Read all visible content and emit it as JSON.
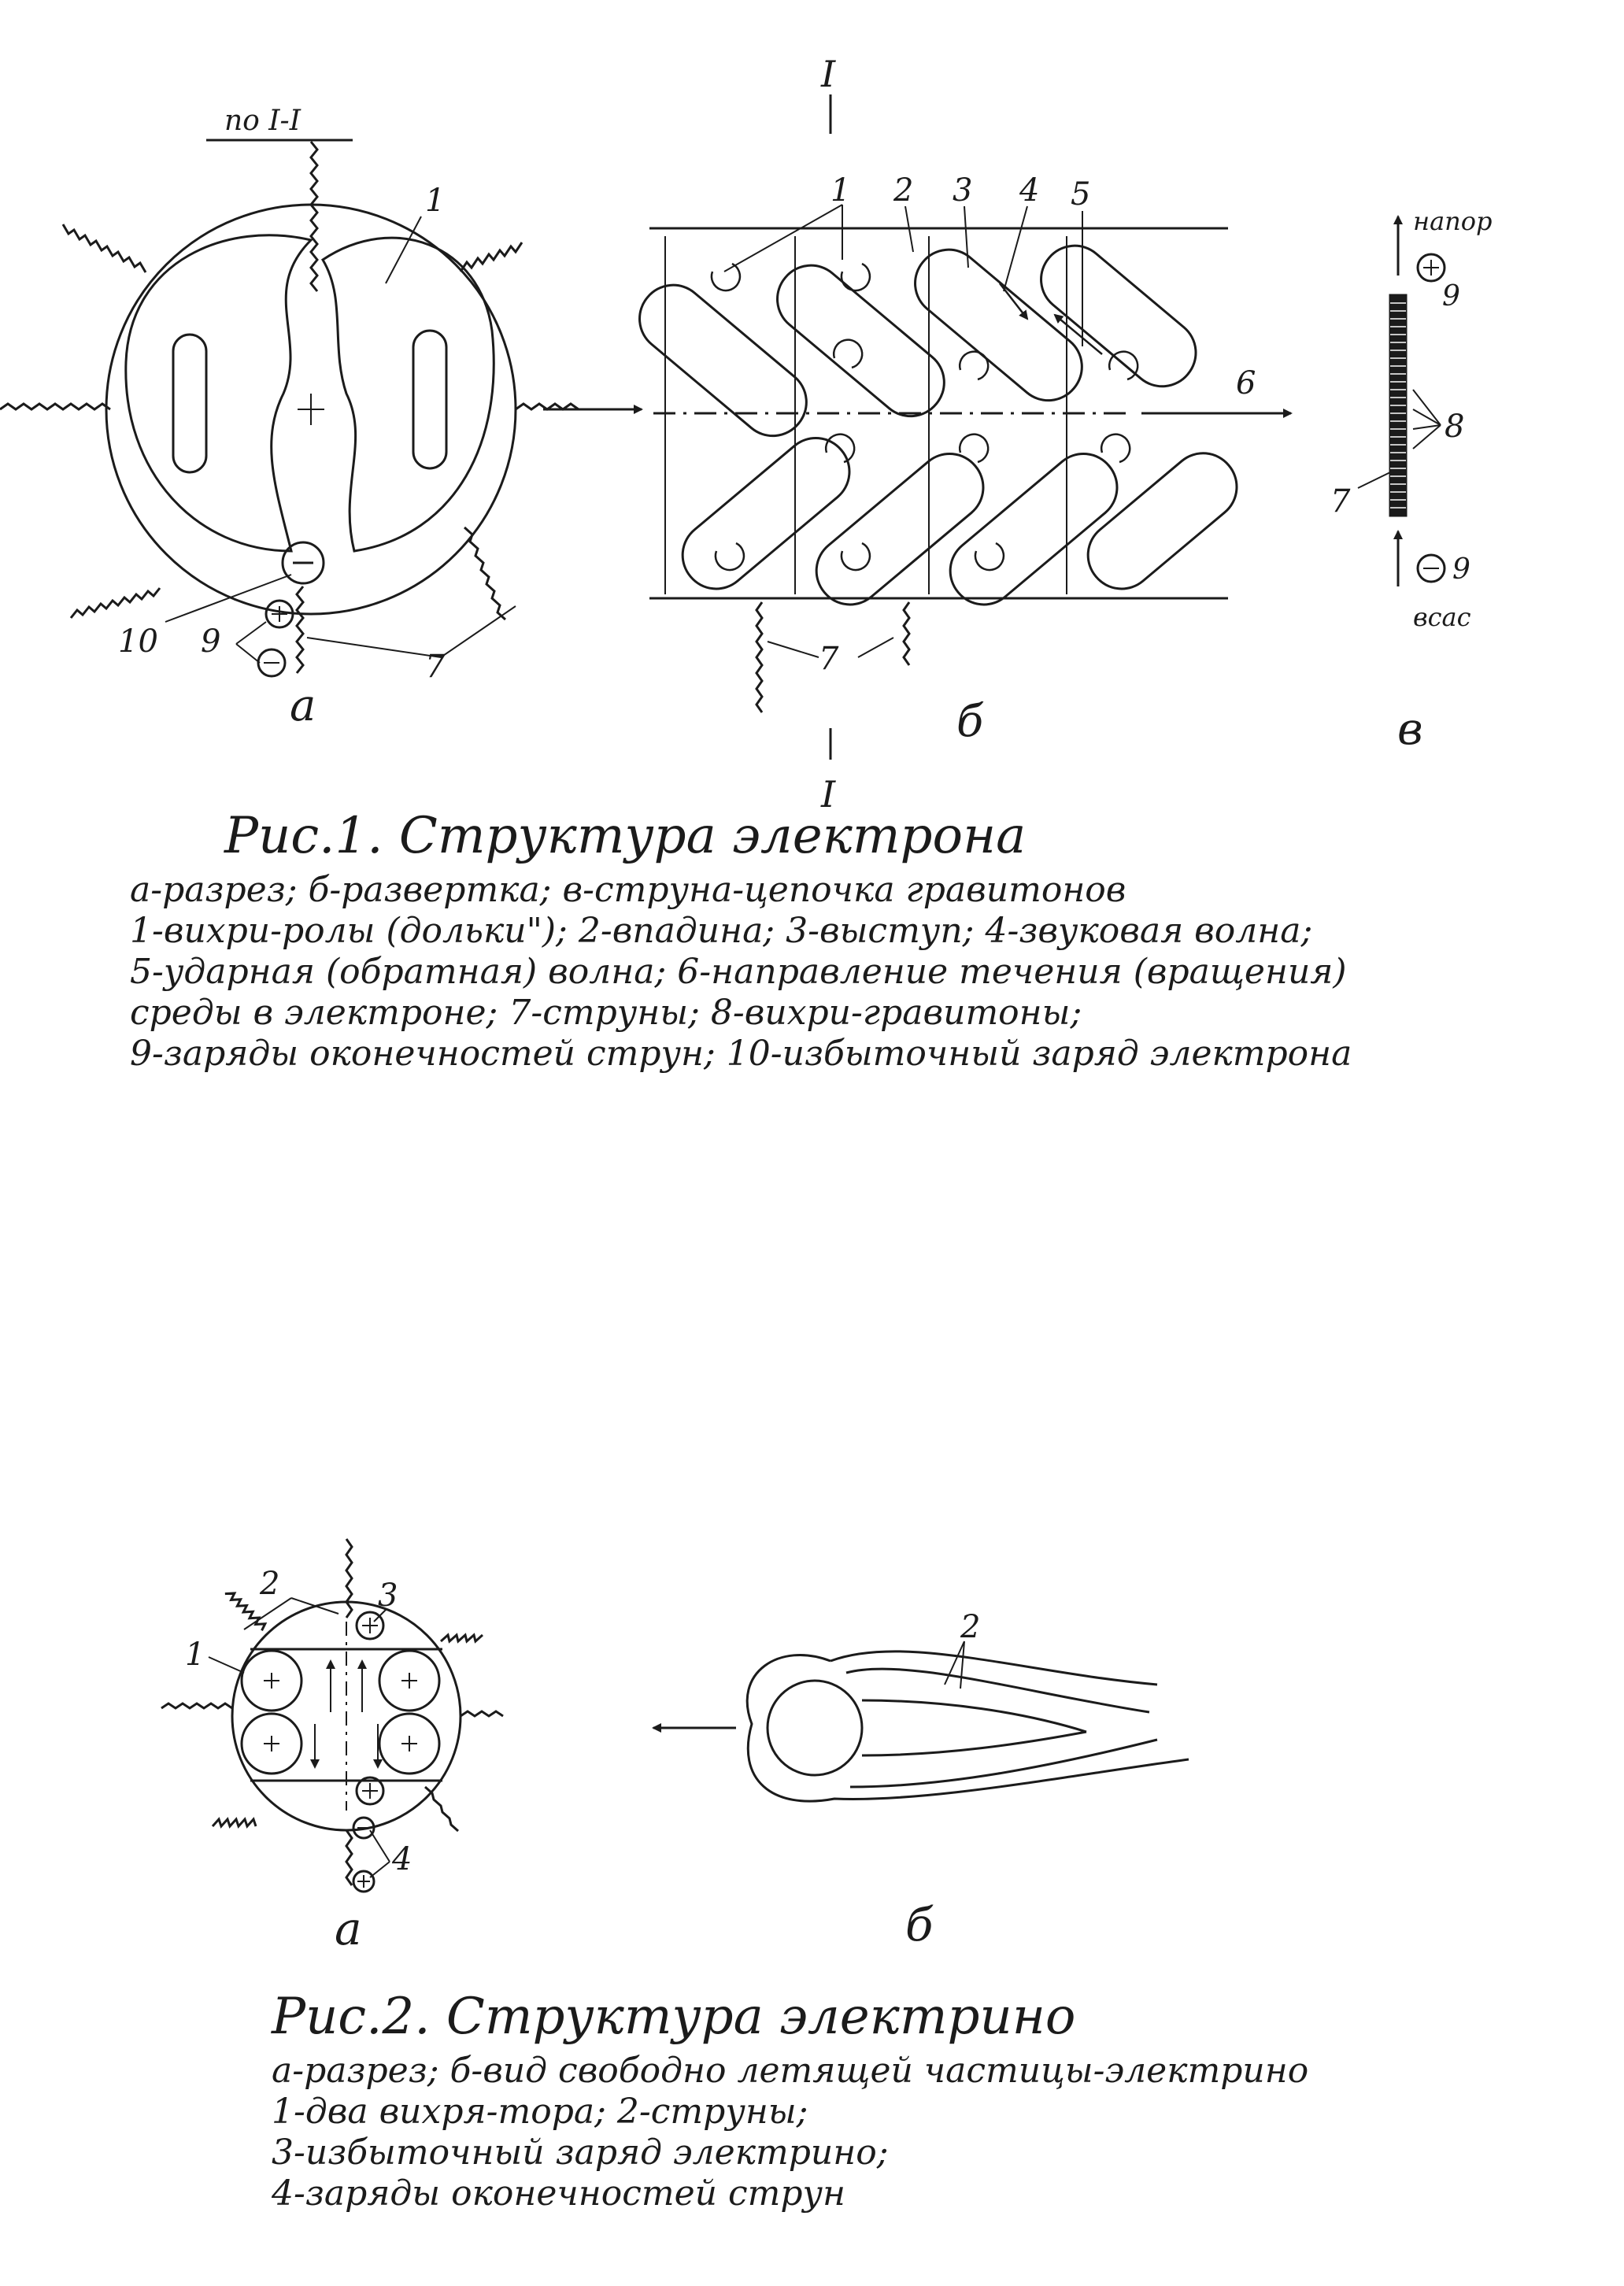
{
  "fig1": {
    "section_label": "по I-I",
    "section_mark_top": "I",
    "section_mark_bottom": "I",
    "panel_a": "а",
    "panel_b": "б",
    "panel_c": "в",
    "top_label": "напор",
    "bottom_label": "всас",
    "labels_a": [
      "1",
      "10",
      "9",
      "7"
    ],
    "labels_b": [
      "1",
      "2",
      "3",
      "4",
      "5",
      "6",
      "7"
    ],
    "labels_c": [
      "9",
      "8",
      "7",
      "9"
    ],
    "caption": {
      "title": "Рис.1. Структура электрона",
      "lines": [
        "а-разрез; б-развертка; в-струна-цепочка гравитонов",
        "1-вихри-ролы (дольки\"); 2-впадина; 3-выступ; 4-звуковая волна;",
        "5-ударная (обратная) волна; 6-направление течения (вращения)",
        "среды в электроне; 7-струны; 8-вихри-гравитоны;",
        "9-заряды оконечностей струн; 10-избыточный заряд электрона"
      ]
    }
  },
  "fig2": {
    "panel_a": "а",
    "panel_b": "б",
    "labels_a": [
      "2",
      "3",
      "1",
      "4"
    ],
    "labels_b": [
      "2"
    ],
    "caption": {
      "title": "Рис.2. Структура электрино",
      "lines": [
        "а-разрез; б-вид свободно летящей частицы-электрино",
        "1-два вихря-тора; 2-струны;",
        "3-избыточный заряд электрино;",
        "4-заряды оконечностей струн"
      ]
    }
  },
  "colors": {
    "ink": "#1b1b1b",
    "paper": "#ffffff"
  }
}
